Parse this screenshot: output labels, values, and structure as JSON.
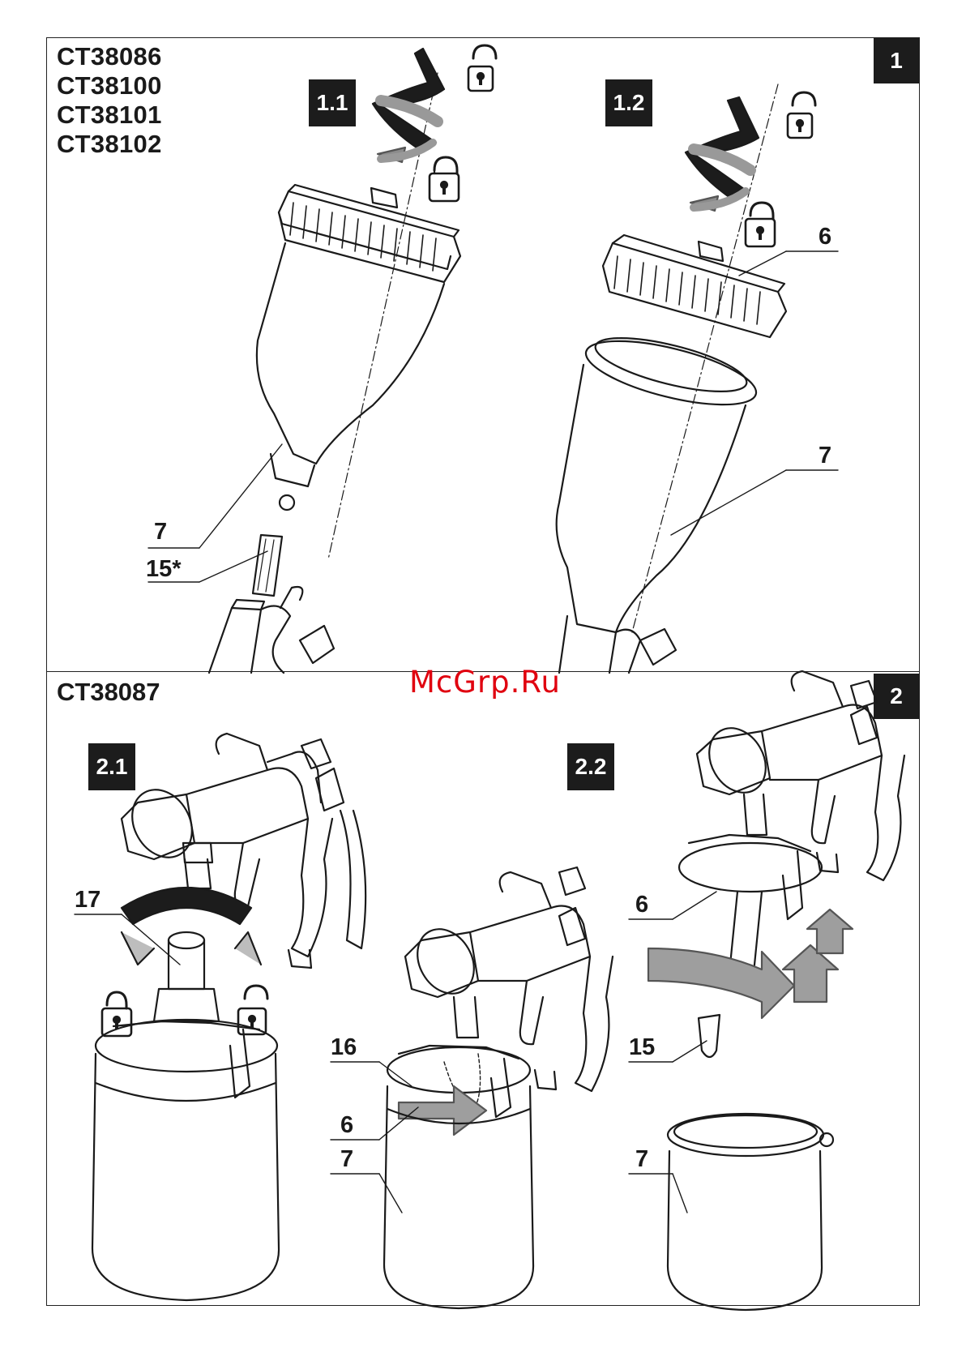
{
  "section1": {
    "badge": "1",
    "models": [
      "CT38086",
      "CT38100",
      "CT38101",
      "CT38102"
    ],
    "steps": [
      {
        "label": "1.1",
        "callouts": [
          "7",
          "15*"
        ]
      },
      {
        "label": "1.2",
        "callouts": [
          "6",
          "7"
        ]
      }
    ]
  },
  "section2": {
    "badge": "2",
    "model": "CT38087",
    "steps": [
      {
        "label": "2.1",
        "callouts": [
          "17"
        ]
      },
      {
        "label": "2.2",
        "callouts": [
          "16",
          "6",
          "7",
          "6",
          "15",
          "7"
        ]
      }
    ]
  },
  "watermark": "McGrp.Ru",
  "icons": [
    "lock-open-icon",
    "lock-closed-icon",
    "rotate-arrow-icon",
    "up-arrow-icon"
  ]
}
